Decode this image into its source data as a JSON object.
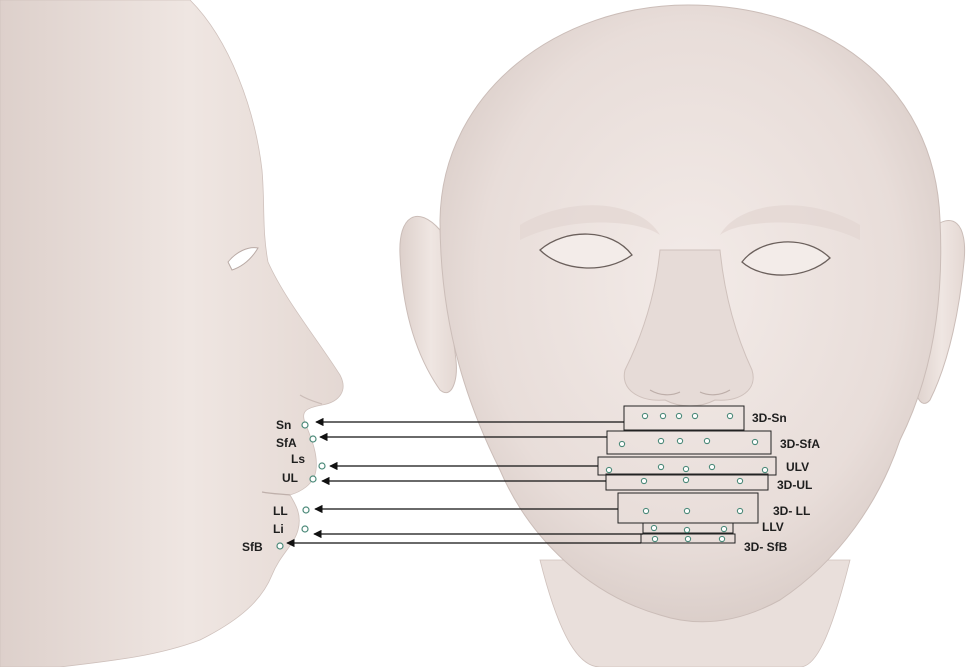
{
  "profile_landmarks": [
    "Sn",
    "SfA",
    "Ls",
    "UL",
    "LL",
    "Li",
    "SfB"
  ],
  "frontal_regions": [
    "3D-Sn",
    "3D-SfA",
    "ULV",
    "3D-UL",
    "3D- LL",
    "LLV",
    "3D- SfB"
  ],
  "colors": {
    "background": "#ffffff",
    "skin": "#efe6e2",
    "skin_shadow": "#d9ccc7",
    "line": "#111111",
    "point": "#4c8a7a"
  }
}
